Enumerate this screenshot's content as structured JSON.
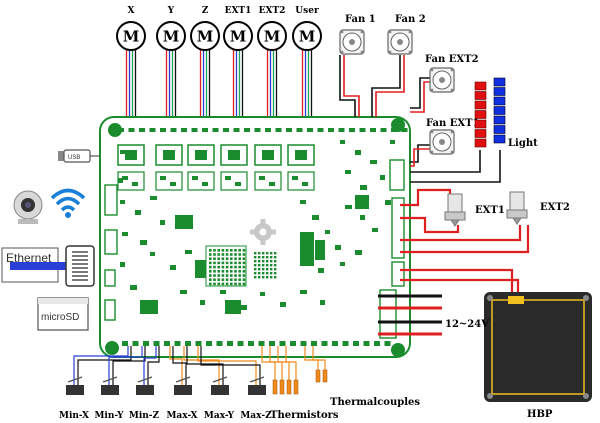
{
  "motors": {
    "letter": "M",
    "labels": [
      "X",
      "Y",
      "Z",
      "EXT1",
      "EXT2",
      "User"
    ]
  },
  "fans": {
    "top": [
      "Fan 1",
      "Fan 2"
    ],
    "ext2": "Fan EXT2",
    "ext1": "Fan EXT1"
  },
  "light": "Light",
  "extruders": [
    "EXT1",
    "EXT2"
  ],
  "power": "12~24V",
  "hbp": "HBP",
  "endstops": [
    "Min-X",
    "Min-Y",
    "Min-Z",
    "Max-X",
    "Max-Y",
    "Max-Z"
  ],
  "thermistors": "Thermistors",
  "thermocouples": "Thermalcouples",
  "ports": {
    "usb": "USB",
    "ethernet": "Ethernet",
    "microsd": "microSD"
  },
  "colors": {
    "board_green": "#1a8c2e",
    "wire_red": "#e02020",
    "wire_black": "#111111",
    "wire_blue": "#2a3fd6",
    "wire_orange": "#f08a1c",
    "light_blue": "#1030e0",
    "light_red": "#e01010"
  }
}
